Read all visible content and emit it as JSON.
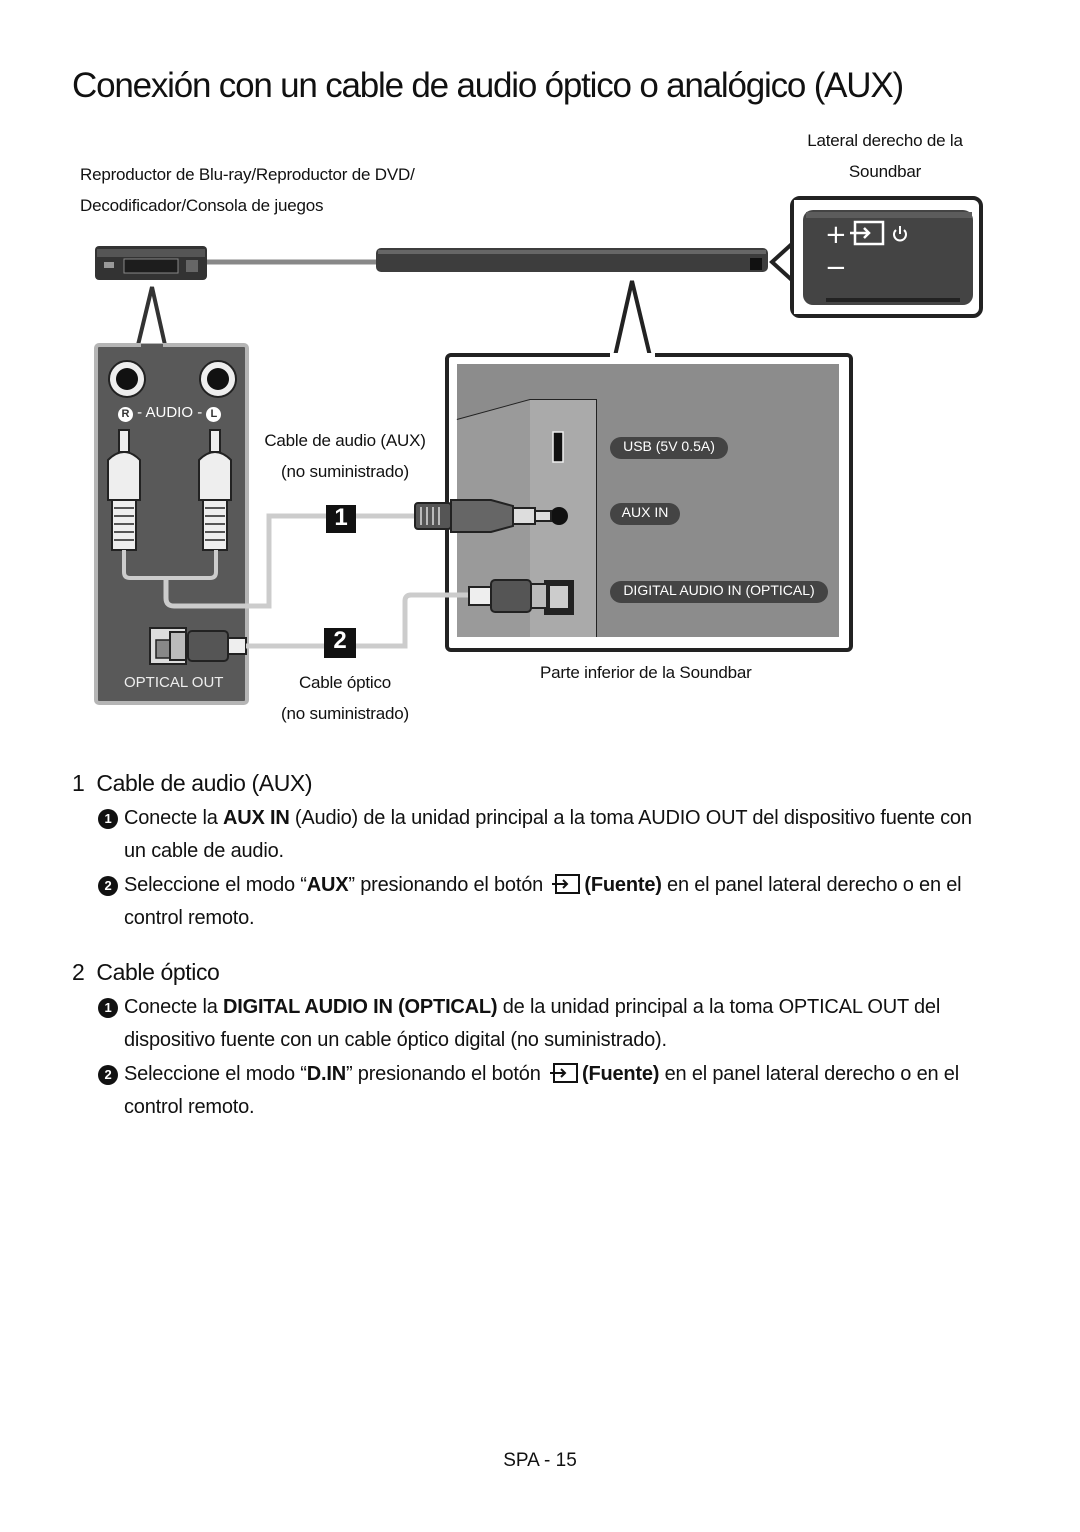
{
  "title": "Conexión con un cable de audio óptico o analógico (AUX)",
  "labels": {
    "source_device_line1": "Reproductor de Blu-ray/Reproductor de DVD/",
    "source_device_line2": "Decodificador/Consola de juegos",
    "right_side_line1": "Lateral derecho de la",
    "right_side_line2": "Soundbar",
    "aux_cable_line1": "Cable de audio (AUX)",
    "aux_cable_line2": "(no suministrado)",
    "optical_cable_line1": "Cable óptico",
    "optical_cable_line2": "(no suministrado)",
    "bottom_soundbar": "Parte inferior de la Soundbar",
    "audio_port_label": "AUDIO",
    "audio_r": "R",
    "audio_l": "L",
    "optical_out": "OPTICAL OUT",
    "usb_port": "USB (5V 0.5A)",
    "aux_in_port": "AUX IN",
    "digital_in_port": "DIGITAL AUDIO IN (OPTICAL)",
    "callout_1": "1",
    "callout_2": "2"
  },
  "sections": [
    {
      "number": "1",
      "title": "Cable de audio (AUX)",
      "steps": [
        {
          "marker": "1",
          "p1": "Conecte la ",
          "b1": "AUX IN",
          "p2": " (Audio) de la unidad principal a la toma AUDIO OUT del dispositivo fuente con un cable de audio."
        },
        {
          "marker": "2",
          "p1": "Seleccione el modo “",
          "b1": "AUX",
          "p2": "” presionando el botón ",
          "b2": "(Fuente)",
          "p3": " en el panel lateral derecho o en el control remoto."
        }
      ]
    },
    {
      "number": "2",
      "title": "Cable óptico",
      "steps": [
        {
          "marker": "1",
          "p1": "Conecte la ",
          "b1": "DIGITAL AUDIO IN (OPTICAL)",
          "p2": " de la unidad principal a la toma OPTICAL OUT del dispositivo fuente con un cable óptico digital (no suministrado)."
        },
        {
          "marker": "2",
          "p1": "Seleccione el modo “",
          "b1": "D.IN",
          "p2": "” presionando el botón ",
          "b2": "(Fuente)",
          "p3": " en el panel lateral derecho o en el control remoto."
        }
      ]
    }
  ],
  "footer": "SPA - 15",
  "icons": [
    "source-icon",
    "power-icon",
    "plus-icon",
    "minus-icon"
  ]
}
